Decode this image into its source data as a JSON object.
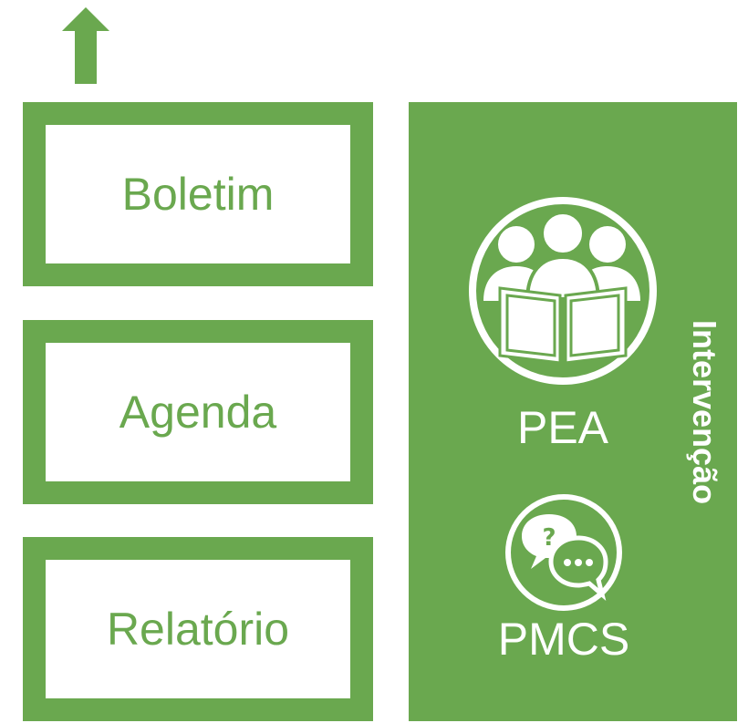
{
  "colors": {
    "primary": "#6aa84f",
    "text_on_primary": "#ffffff"
  },
  "flow": {
    "arrow_icon": "up-arrow-icon",
    "boxes": [
      {
        "label": "Boletim"
      },
      {
        "label": "Agenda"
      },
      {
        "label": "Relatório"
      }
    ]
  },
  "intervention": {
    "title": "Intervenção",
    "items": [
      {
        "label": "PEA",
        "icon": "group-reading-book-icon"
      },
      {
        "label": "PMCS",
        "icon": "chat-bubbles-icon"
      }
    ]
  }
}
